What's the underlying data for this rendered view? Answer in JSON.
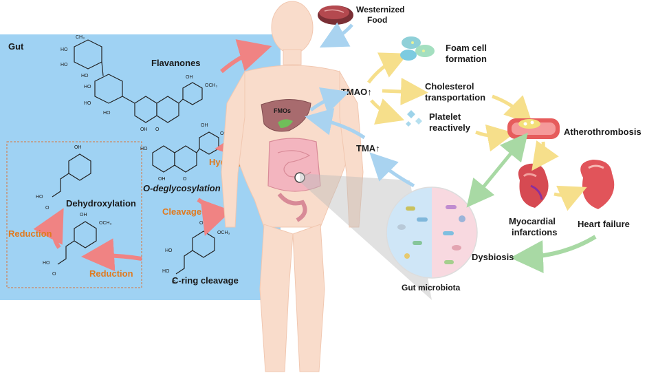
{
  "gut_panel": {
    "title": "Gut",
    "compounds": {
      "flavanones": "Flavanones",
      "o_deglycosylation": "O-deglycosylation",
      "c_ring_cleavage": "C-ring cleavage",
      "dehydroxylation": "Dehydroxylation"
    },
    "steps": {
      "hydrolyze": "Hydrolyze",
      "cleavage": "Cleavage",
      "reduction_1": "Reduction",
      "reduction_2": "Reduction"
    },
    "chem_labels": {
      "oh": "HO",
      "och3": "OCH₃",
      "o": "O",
      "ch3": "CH₃",
      "oh_r": "OH"
    }
  },
  "body": {
    "fmos": "FMOs"
  },
  "pathway": {
    "westernized_food_1": "Westernized",
    "westernized_food_2": "Food",
    "tmao": "TMAO↑",
    "tma": "TMA↑",
    "foam_cell_1": "Foam cell",
    "foam_cell_2": "formation",
    "cholesterol_1": "Cholesterol",
    "cholesterol_2": "transportation",
    "platelet_1": "Platelet",
    "platelet_2": "reactively",
    "atherothrombosis": "Atherothrombosis",
    "myocardial_1": "Myocardial",
    "myocardial_2": "infarctions",
    "heart_failure": "Heart failure",
    "dysbiosis": "Dysbiosis",
    "gut_microbiota": "Gut microbiota"
  },
  "colors": {
    "gut_panel": "#9fd2f3",
    "red_arrow": "#f08383",
    "blue_arrow": "#a9d3f0",
    "yellow_arrow": "#f6df8b",
    "green_arrow": "#a8d9a4",
    "orange_text": "#e07a1f",
    "skin": "#f9dccb"
  }
}
